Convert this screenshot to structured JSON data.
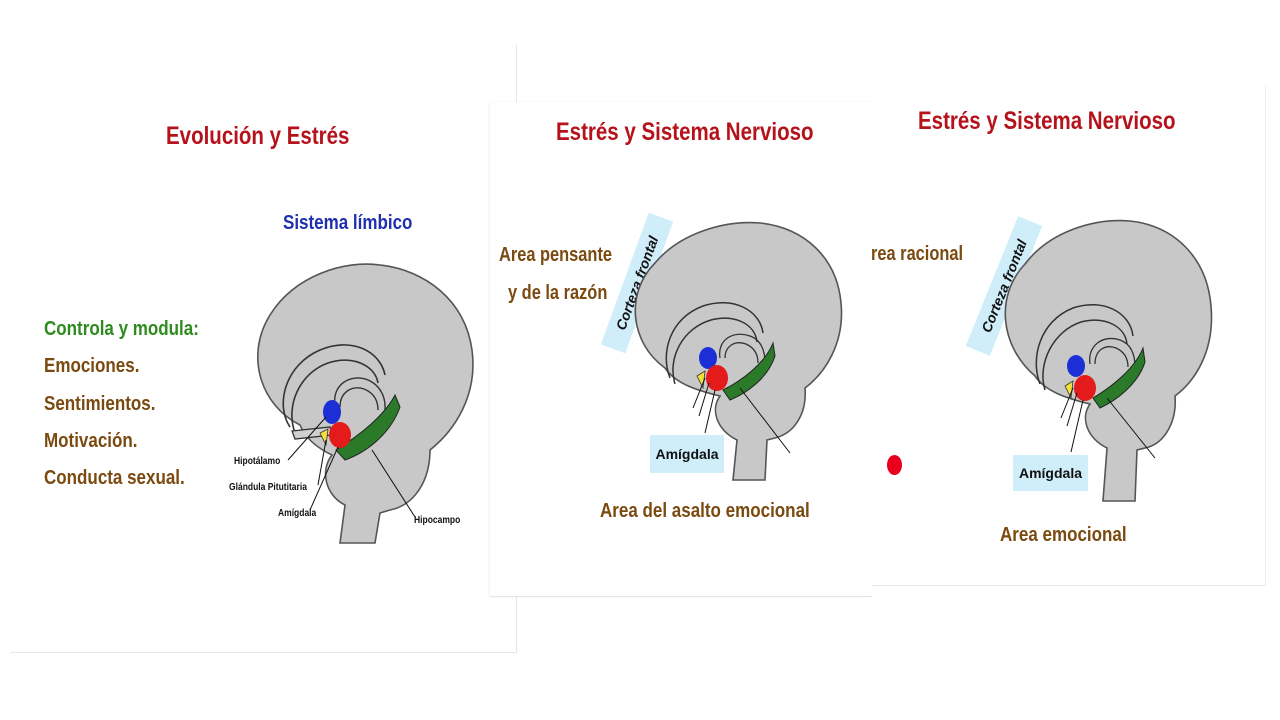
{
  "slides": [
    {
      "title": "Evolución y Estrés",
      "subtitle": "Sistema límbico",
      "list_heading": "Controla y modula:",
      "list_items": [
        "Emociones.",
        "Sentimientos.",
        "Motivación.",
        "Conducta sexual."
      ],
      "labels": {
        "hypothalamus": "Hipotálamo",
        "pituitary": "Glándula Pitutitaria",
        "amygdala": "Amígdala",
        "hippocampus": "Hipocampo"
      }
    },
    {
      "title": "Estrés y Sistema Nervioso",
      "thinking_area_line1": "Area pensante",
      "thinking_area_line2": "y de la razón",
      "frontal_cortex": "Corteza frontal",
      "amygdala": "Amígdala",
      "bottom_caption": "Area del asalto emocional"
    },
    {
      "title": "Estrés y Sistema Nervioso",
      "rational_area": "rea racional",
      "frontal_cortex": "Corteza frontal",
      "amygdala": "Amígdala",
      "bottom_caption": "Area emocional"
    }
  ],
  "colors": {
    "title_red": "#b5121b",
    "text_brown": "#7a4a10",
    "text_green": "#2e8b1e",
    "text_blue": "#1f2fb0",
    "brain_gray": "#c8c8c8",
    "hypothalamus_blue": "#1c2fd6",
    "amygdala_red": "#e31b1b",
    "hippocampus_green": "#2a7a2a",
    "pituitary_yellow": "#f3e03a",
    "label_bg": "#cfeefa",
    "pointer_dot": "#e8001c"
  },
  "icons": {
    "brain": "brain-diagram-icon",
    "pointer": "red-dot-pointer"
  }
}
